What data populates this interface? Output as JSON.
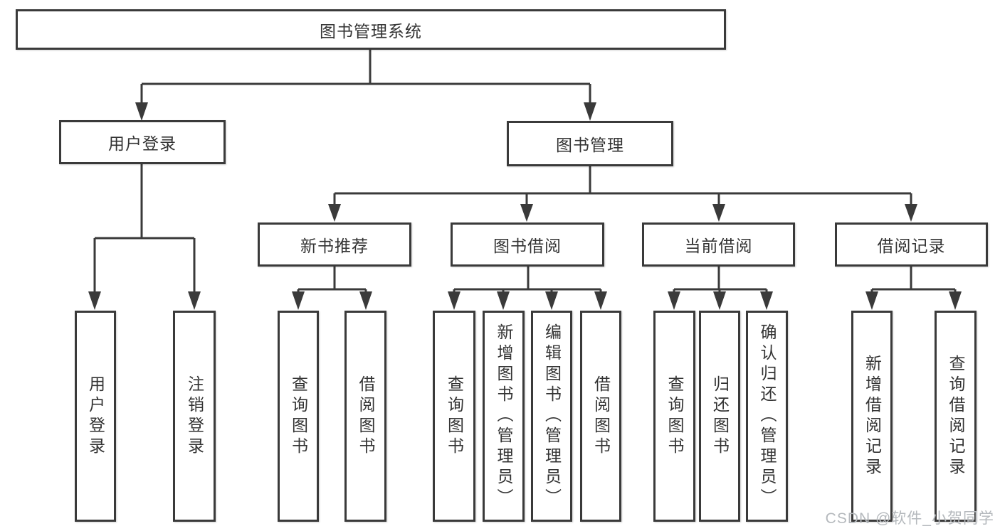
{
  "colors": {
    "bg": "#ffffff",
    "box-bg": "#ffffff",
    "line": "#3a3a3a",
    "text": "#333333",
    "watermark": "#b5b9bd"
  },
  "tree": {
    "root": "图书管理系统",
    "branches": [
      {
        "label": "用户登录",
        "children": [
          "用户登录",
          "注销登录"
        ]
      },
      {
        "label": "图书管理",
        "groups": [
          {
            "label": "新书推荐",
            "children": [
              "查询图书",
              "借阅图书"
            ]
          },
          {
            "label": "图书借阅",
            "children": [
              "查询图书",
              "新增图书（管理员）",
              "编辑图书（管理员）",
              "借阅图书"
            ]
          },
          {
            "label": "当前借阅",
            "children": [
              "查询图书",
              "归还图书",
              "确认归还（管理员）"
            ]
          },
          {
            "label": "借阅记录",
            "children": [
              "新增借阅记录",
              "查询借阅记录"
            ]
          }
        ]
      }
    ]
  },
  "watermark": {
    "text": "CSDN @软件_小贺同学"
  }
}
